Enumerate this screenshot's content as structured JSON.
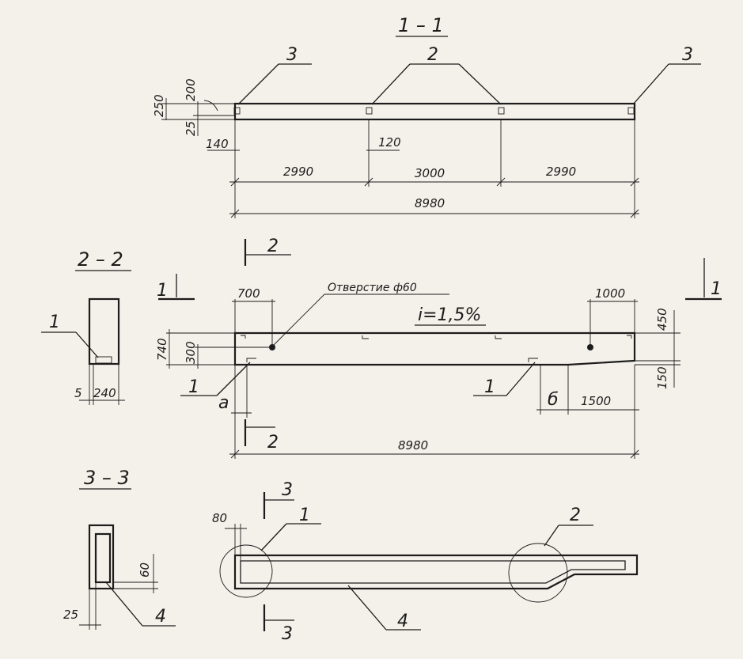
{
  "sections": {
    "s11": "1 – 1",
    "s22": "2 – 2",
    "s33": "3 – 3"
  },
  "view_11": {
    "callout_3": "3",
    "callout_2": "2",
    "callout_3b": "3",
    "dim_250": "250",
    "dim_200": "200",
    "dim_25": "25",
    "dim_140": "140",
    "dim_120": "120",
    "dim_2990a": "2990",
    "dim_3000": "3000",
    "dim_2990b": "2990",
    "dim_8980": "8980"
  },
  "plan_view": {
    "cut_2_top": "2",
    "cut_1_left": "1",
    "cut_1_right": "1",
    "hole_note": "Отверстие ф60",
    "slope": "i=1,5%",
    "dim_700": "700",
    "dim_1000": "1000",
    "dim_740": "740",
    "dim_300": "300",
    "dim_450": "450",
    "dim_150": "150",
    "callout_1_left": "1",
    "callout_1_right": "1",
    "label_a": "а",
    "label_b": "б",
    "dim_1500": "1500",
    "cut_2_bottom": "2",
    "dim_8980": "8980"
  },
  "view_22": {
    "callout_1": "1",
    "dim_5": "5",
    "dim_240": "240"
  },
  "view_33": {
    "dim_60": "60",
    "dim_25": "25",
    "callout_4": "4"
  },
  "bottom_view": {
    "cut_3_top": "3",
    "cut_3_bottom": "3",
    "dim_80": "80",
    "callout_1": "1",
    "callout_2": "2",
    "callout_4": "4"
  }
}
